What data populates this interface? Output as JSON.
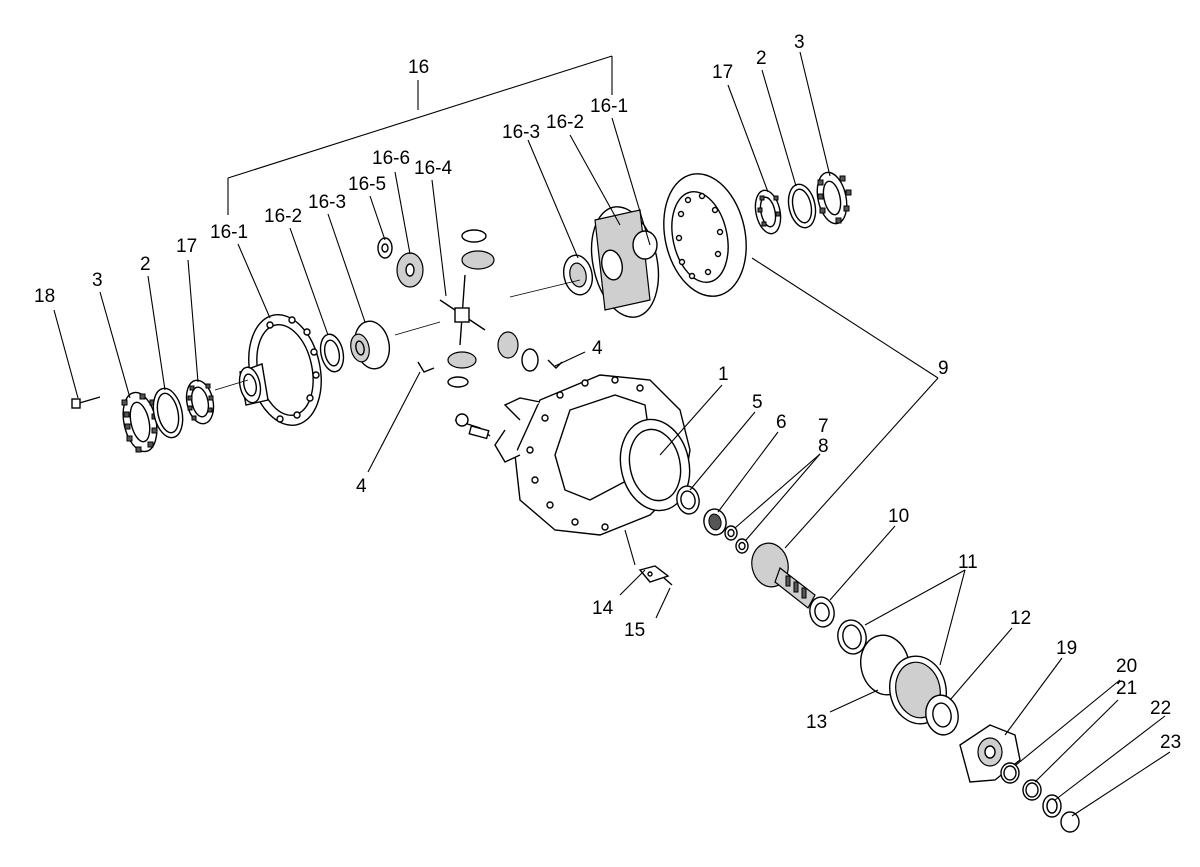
{
  "callouts": {
    "c16": "16",
    "c16_1_top": "16-1",
    "c16_2_top": "16-2",
    "c16_3_top": "16-3",
    "c17_top": "17",
    "c2_top": "2",
    "c3_top": "3",
    "c16_6": "16-6",
    "c16_4": "16-4",
    "c16_5": "16-5",
    "c16_1_left": "16-1",
    "c16_2_left": "16-2",
    "c16_3_left": "16-3",
    "c18": "18",
    "c3_left": "3",
    "c2_left": "2",
    "c17_left": "17",
    "c4_right": "4",
    "c4_left": "4",
    "c1": "1",
    "c5": "5",
    "c6": "6",
    "c7": "7",
    "c8": "8",
    "c9": "9",
    "c10": "10",
    "c11": "11",
    "c12": "12",
    "c13": "13",
    "c14": "14",
    "c15": "15",
    "c19": "19",
    "c20": "20",
    "c21": "21",
    "c22": "22",
    "c23": "23"
  }
}
